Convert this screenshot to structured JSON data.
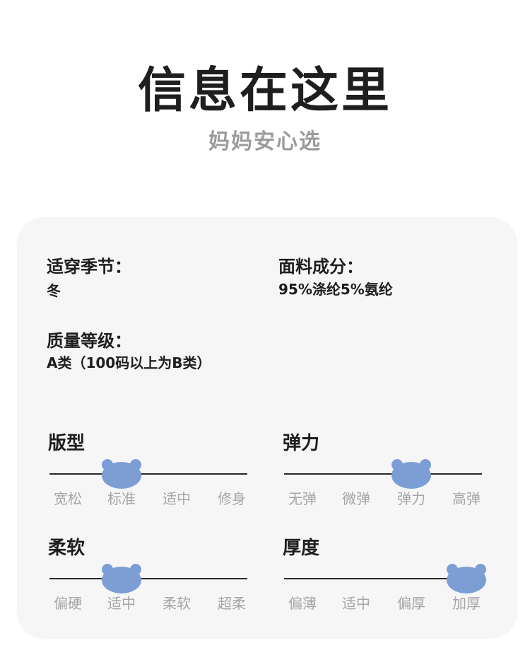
{
  "header": {
    "title": "信息在这里",
    "subtitle": "妈妈安心选"
  },
  "info": {
    "season_label": "适穿季节：",
    "season_value": "冬",
    "fabric_label": "面料成分：",
    "fabric_value": "95%涤纶5%氨纶",
    "grade_label": "质量等级：",
    "grade_value": "A类（100码以上为B类）"
  },
  "sliders": [
    {
      "title": "版型",
      "options": [
        "宽松",
        "标准",
        "适中",
        "修身"
      ],
      "selected": "标准"
    },
    {
      "title": "弹力",
      "options": [
        "无弹",
        "微弹",
        "弹力",
        "高弹"
      ],
      "selected": "弹力"
    },
    {
      "title": "柔软",
      "options": [
        "偏硬",
        "适中",
        "柔软",
        "超柔"
      ],
      "selected": "适中"
    },
    {
      "title": "厚度",
      "options": [
        "偏薄",
        "适中",
        "偏厚",
        "加厚"
      ],
      "selected": "加厚"
    }
  ],
  "colors": {
    "indicator": "#7d9ed5",
    "muted_text": "#a6a6a6",
    "card_bg": "#f6f6f7"
  },
  "icons": {
    "indicator": "bear-head-icon"
  }
}
